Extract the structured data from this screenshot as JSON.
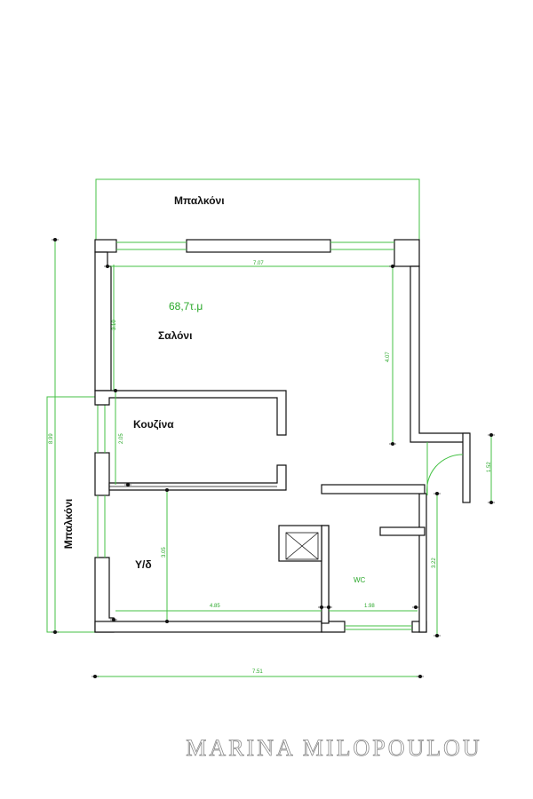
{
  "rooms": {
    "balcony_top": "Μπαλκόνι",
    "balcony_left": "Μπαλκόνι",
    "living": "Σαλόνι",
    "kitchen": "Κουζίνα",
    "bedroom": "Υ/δ",
    "wc": "WC"
  },
  "area": "68,7τ.μ",
  "dimensions": {
    "top_width": "7.07",
    "living_height": "3.10",
    "right_height": "4.07",
    "left_total": "8.99",
    "kitchen_height": "2.05",
    "door_right": "1.52",
    "bedroom_height": "3.05",
    "wc_height": "3.22",
    "bedroom_width": "4.85",
    "wc_width": "1.98",
    "total_width": "7.51"
  },
  "watermark": "MARINA MILOPOULOU",
  "colors": {
    "dimension": "#44c144",
    "wall": "#111111"
  }
}
